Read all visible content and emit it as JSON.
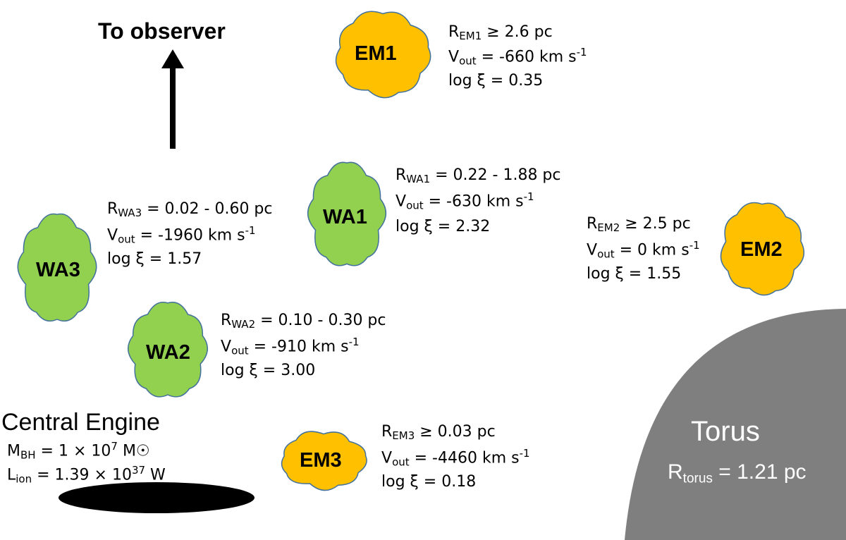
{
  "colors": {
    "warm_absorber": "#92d050",
    "emission": "#ffc000",
    "cloud_outline": "#41719c",
    "torus": "#7f7f7f",
    "black_hole": "#000000"
  },
  "observer": {
    "label": "To observer"
  },
  "clouds": {
    "em1": {
      "name": "EM1",
      "r_sym": "R",
      "r_sub": "EM1",
      "r_val": " ≥ 2.6 pc",
      "v_sym": "V",
      "v_sub": "out",
      "v_val": " = -660 km s",
      "v_exp": "-1",
      "log_xi": "log ξ = 0.35"
    },
    "wa1": {
      "name": "WA1",
      "r_sym": "R",
      "r_sub": "WA1",
      "r_val": " = 0.22 - 1.88 pc",
      "v_sym": "V",
      "v_sub": "out",
      "v_val": " = -630 km s",
      "v_exp": "-1",
      "log_xi": "log ξ = 2.32"
    },
    "wa3": {
      "name": "WA3",
      "r_sym": "R",
      "r_sub": "WA3",
      "r_val": " = 0.02 - 0.60 pc",
      "v_sym": "V",
      "v_sub": "out",
      "v_val": " = -1960 km s",
      "v_exp": "-1",
      "log_xi": "log ξ = 1.57"
    },
    "em2": {
      "name": "EM2",
      "r_sym": "R",
      "r_sub": "EM2",
      "r_val": " ≥ 2.5 pc",
      "v_sym": "V",
      "v_sub": "out",
      "v_val": " = 0 km s",
      "v_exp": "-1",
      "log_xi": "log ξ = 1.55"
    },
    "wa2": {
      "name": "WA2",
      "r_sym": "R",
      "r_sub": "WA2",
      "r_val": " = 0.10 - 0.30 pc",
      "v_sym": "V",
      "v_sub": "out",
      "v_val": " = -910 km s",
      "v_exp": "-1",
      "log_xi": "log ξ = 3.00"
    },
    "em3": {
      "name": "EM3",
      "r_sym": "R",
      "r_sub": "EM3",
      "r_val": " ≥ 0.03 pc",
      "v_sym": "V",
      "v_sub": "out",
      "v_val": " = -4460 km s",
      "v_exp": "-1",
      "log_xi": "log ξ = 0.18"
    }
  },
  "engine": {
    "title": "Central Engine",
    "mbh_sym": "M",
    "mbh_sub": "BH",
    "mbh_mid": " = 1 × 10",
    "mbh_exp": "7",
    "mbh_unit": " M☉",
    "lion_sym": "L",
    "lion_sub": "ion",
    "lion_mid": " = 1.39 × 10",
    "lion_exp": "37",
    "lion_unit": " W"
  },
  "torus": {
    "title": "Torus",
    "r_sym": "R",
    "r_sub": "torus",
    "r_val": " = 1.21 pc"
  }
}
